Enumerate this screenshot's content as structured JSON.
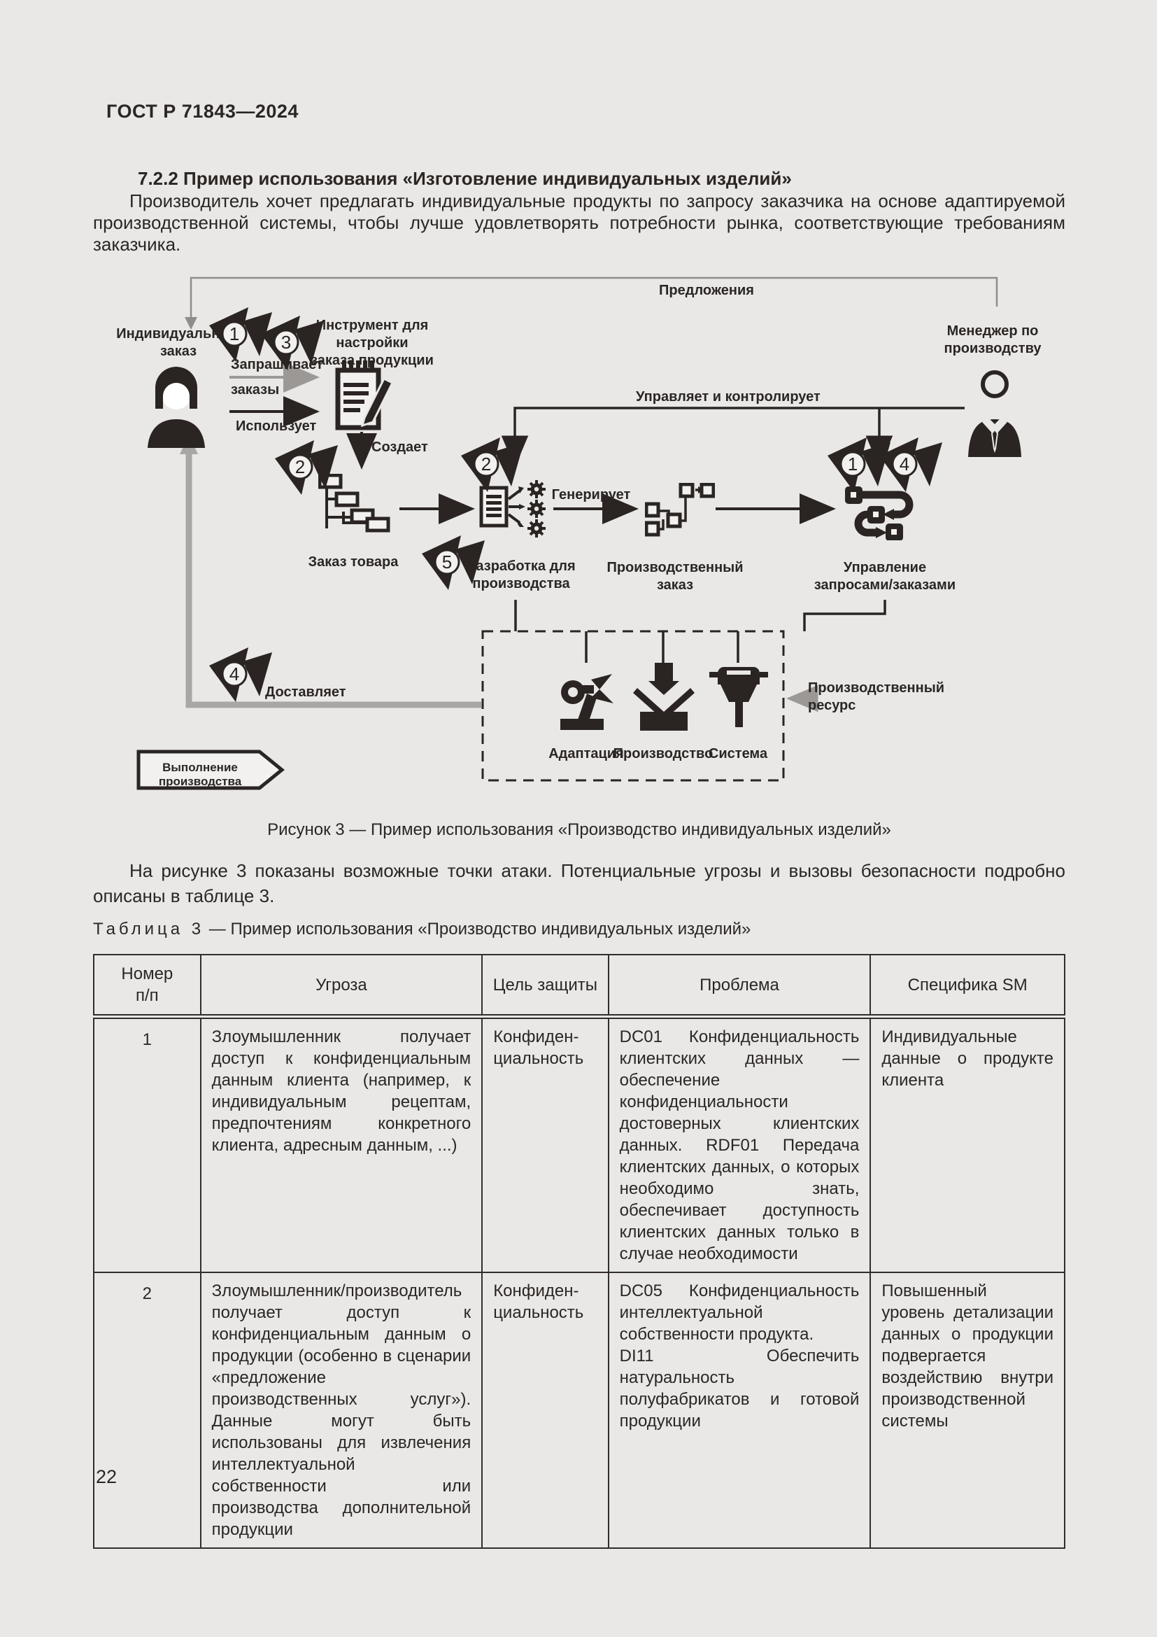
{
  "page": {
    "header": "ГОСТ Р 71843—2024",
    "number": "22"
  },
  "section": {
    "heading": "7.2.2 Пример использования «Изготовление индивидуальных изделий»",
    "intro": "Производитель хочет предлагать индивидуальные продукты по запросу заказчика на основе адаптируемой производственной системы, чтобы лучше удовлетворять потребности рынка, соответствующие требованиям заказчика.",
    "after_figure": "На рисунке 3 показаны возможные точки атаки. Потенциальные угрозы и вызовы безопасности подробно описаны в таблице 3."
  },
  "figure": {
    "caption": "Рисунок 3 — Пример использования «Производство индивидуальных изделий»",
    "labels": {
      "offers": "Предложения",
      "individual_order": "Индивидуальный\nзаказ",
      "requests_line1": "Запрашивает",
      "requests_line2": "заказы",
      "uses": "Использует",
      "tool": "Инструмент для настройки\nзаказа продукции",
      "creates": "Создает",
      "goods_order": "Заказ товара",
      "develop": "Разработка для\nпроизводства",
      "generates": "Генерирует",
      "prod_order": "Производственный\nзаказ",
      "mgmt": "Управление\nзапросами/заказами",
      "manages": "Управляет и контролирует",
      "manager": "Менеджер по\nпроизводству",
      "delivers": "Доставляет",
      "resource": "Производственный\nресурс",
      "execution": "Выполнение производства",
      "adaptation": "Адаптация",
      "production": "Производство",
      "system": "Система"
    },
    "attacks": {
      "top1": "1",
      "top3": "3",
      "tree2": "2",
      "dev2": "2",
      "dev5": "5",
      "mgmt1": "1",
      "mgmt4": "4",
      "deliver4": "4"
    }
  },
  "table": {
    "caption_label": "Таблица 3",
    "caption_text": " — Пример использования «Производство индивидуальных изделий»",
    "headers": [
      "Номер\nп/п",
      "Угроза",
      "Цель защиты",
      "Проблема",
      "Специфика SM"
    ],
    "rows": [
      {
        "num": "1",
        "threat": "Злоумышленник получает доступ к конфиденциальным данным клиента (например, к индивидуальным рецептам, предпочтениям конкретного клиента, адресным данным, ...)",
        "goal": "Конфиден-\nциальность",
        "problem": "DC01 Конфиденциальность клиентских данных — обеспечение конфиденциальности достоверных клиентских данных. RDF01 Передача клиентских данных, о которых необходимо знать, обеспечивает доступность клиентских данных только в случае необходимости",
        "sm": "Индивидуальные данные о продукте клиента"
      },
      {
        "num": "2",
        "threat": "Злоумышленник/производитель получает доступ к конфиденциальным данным о продукции (особенно в сценарии «предложение производственных услуг»). Данные могут быть использованы для извлечения интеллектуальной собственности или производства дополнительной продукции",
        "goal": "Конфиден-\nциальность",
        "problem": "DC05 Конфиденциальность интеллектуальной собственности продукта.\nDI11 Обеспечить натуральность полуфабрикатов и готовой продукции",
        "sm": "Повышенный уровень детализации данных о продукции подвергается воздействию внутри производственной системы"
      }
    ]
  }
}
